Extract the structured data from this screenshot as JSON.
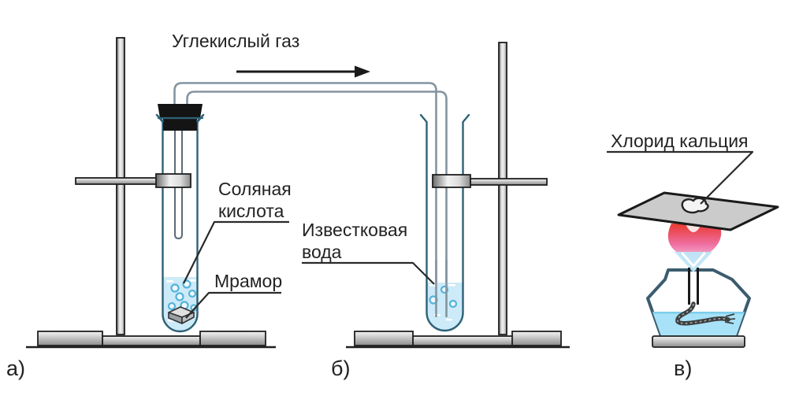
{
  "diagram": {
    "labels": {
      "gas_label": "Углекислый газ",
      "acid_label_line1": "Соляная",
      "acid_label_line2": "кислота",
      "marble_label": "Мрамор",
      "limewater_label_line1": "Известковая",
      "limewater_label_line2": "вода",
      "calcium_chloride_label": "Хлорид кальция",
      "part_a_label": "а)",
      "part_b_label": "б)",
      "part_v_label": "в)"
    },
    "colors": {
      "glass_outline": "#2e6277",
      "liquid": "#cdeaf8",
      "bubble": "#54b4da",
      "tube_gray": "#8494a0",
      "stopper": "#141414",
      "lamp_outline": "#3b5c6e",
      "lamp_liquid": "#a8e2f8",
      "flame_red": "#e8392f",
      "flame_pink": "#f3a9c9",
      "flame_blue": "#bfe6f8",
      "text": "#222222"
    }
  }
}
